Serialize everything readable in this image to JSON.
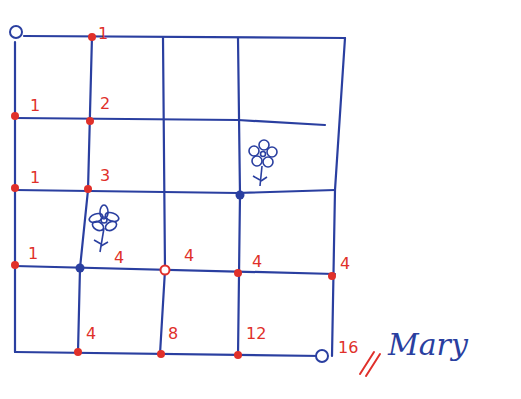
{
  "diagram": {
    "labels": [
      "1",
      "1",
      "2",
      "1",
      "3",
      "1",
      "4",
      "4",
      "4",
      "4",
      "4",
      "8",
      "12",
      "16",
      "Mary"
    ]
  }
}
